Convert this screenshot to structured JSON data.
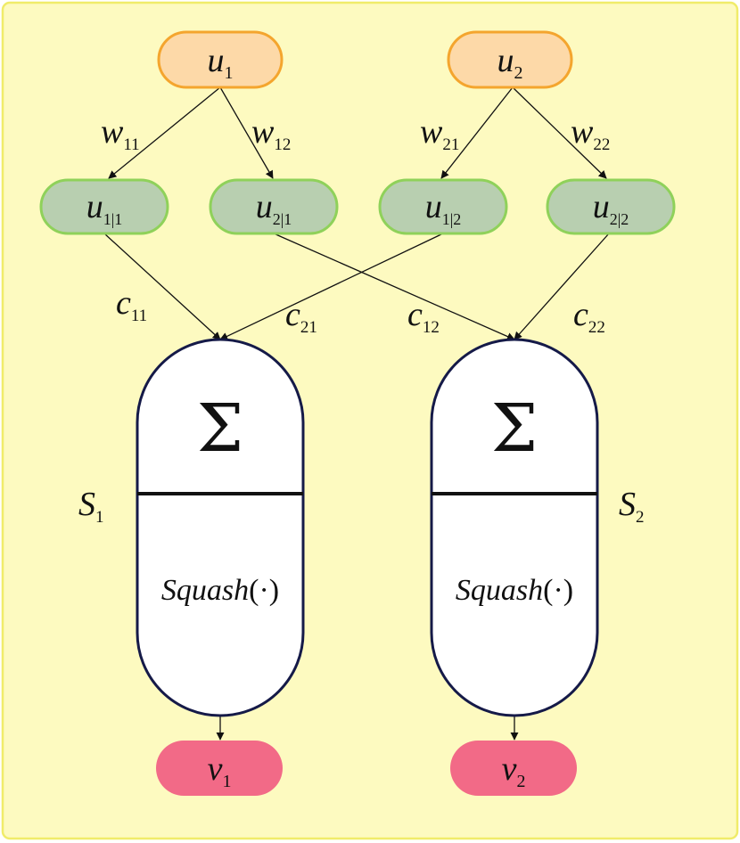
{
  "colors": {
    "background": "#fdfac0",
    "border": "#f0ec6a",
    "input_fill": "#fdd9a8",
    "input_stroke": "#f4a52e",
    "predict_fill": "#b8cfb0",
    "predict_stroke": "#8fd15a",
    "capsule_fill": "#ffffff",
    "capsule_stroke": "#151a48",
    "output_fill": "#f26a87",
    "output_stroke": "#f26a87"
  },
  "inputs": [
    {
      "base": "u",
      "sub": "1"
    },
    {
      "base": "u",
      "sub": "2"
    }
  ],
  "weights": [
    {
      "base": "w",
      "sub": "11"
    },
    {
      "base": "w",
      "sub": "12"
    },
    {
      "base": "w",
      "sub": "21"
    },
    {
      "base": "w",
      "sub": "22"
    }
  ],
  "predictions": [
    {
      "base": "u",
      "sub": "1|1"
    },
    {
      "base": "u",
      "sub": "2|1"
    },
    {
      "base": "u",
      "sub": "1|2"
    },
    {
      "base": "u",
      "sub": "2|2"
    }
  ],
  "couplings": [
    {
      "base": "c",
      "sub": "11"
    },
    {
      "base": "c",
      "sub": "21"
    },
    {
      "base": "c",
      "sub": "12"
    },
    {
      "base": "c",
      "sub": "22"
    }
  ],
  "capsules": [
    {
      "sum_symbol": "Σ",
      "function_name": "Squash",
      "function_args": "(·)",
      "state_base": "S",
      "state_sub": "1"
    },
    {
      "sum_symbol": "Σ",
      "function_name": "Squash",
      "function_args": "(·)",
      "state_base": "S",
      "state_sub": "2"
    }
  ],
  "outputs": [
    {
      "base": "v",
      "sub": "1"
    },
    {
      "base": "v",
      "sub": "2"
    }
  ]
}
